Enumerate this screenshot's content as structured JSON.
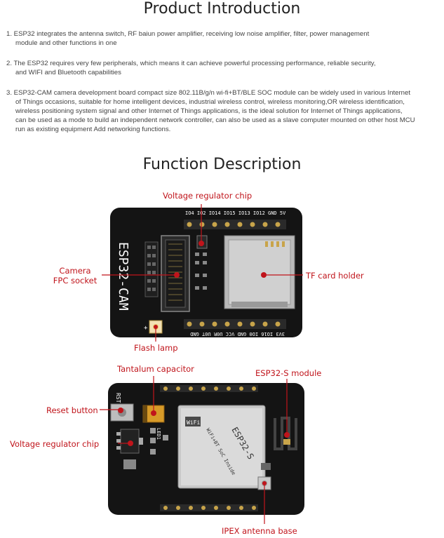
{
  "titles": {
    "product_intro": "Product Introduction",
    "function_desc": "Function Description"
  },
  "intro": [
    {
      "line1": "1. ESP32 integrates the antenna switch, RF baiun power amplifier, receiving low noise amplifier, filter, power management",
      "line2": "module and other functions in one"
    },
    {
      "line1": "2. The ESP32 requires very few peripherals, which means it can achieve powerful processing performance, reliable security,",
      "line2": "and WIFI and Bluetooth capabilities"
    },
    {
      "line1": "3. ESP32-CAM camera development board compact size 802.11B/g/n wi-fi+BT/BLE SOC module can be widely used in various Internet",
      "line2": "of Things occasions, suitable for home intelligent devices, industrial wireless control, wireless monitoring,OR wireless identification,",
      "line3": "wireless positioning system signal and other Internet of Things applications, is the ideal solution for Internet of Things applications,",
      "line4": "can be used as a mode to build an independent network controller, can also be used as a slave computer mounted on other host MCU",
      "line5": "run as existing equipment Add networking functions."
    }
  ],
  "board1": {
    "labels": {
      "voltage_regulator": "Voltage regulator chip",
      "camera_1": "Camera",
      "camera_2": "FPC socket",
      "tf_card": "TF card holder",
      "flash": "Flash lamp"
    },
    "silk": {
      "brand": "ESP32-CAM",
      "top_pins": "IO4 IO2 IO14 IO15 IO13 IO12 GND 5V",
      "bottom_pins": "3V3 IO16 IO0 GND VCC U0R U0T GND"
    }
  },
  "board2": {
    "labels": {
      "tantalum": "Tantalum capacitor",
      "module": "ESP32-S module",
      "reset": "Reset button",
      "voltage_regulator": "Voltage regulator chip",
      "ipex": "IPEX antenna base"
    },
    "silk": {
      "rst": "RST",
      "shield_line1": "ESP32-S",
      "shield_line2": "WiFi+BT SoC Inside",
      "led": "LED1"
    }
  },
  "colors": {
    "label_red": "#c0141b",
    "pcb": "#141414",
    "pin_gold": "#c8a44a"
  }
}
